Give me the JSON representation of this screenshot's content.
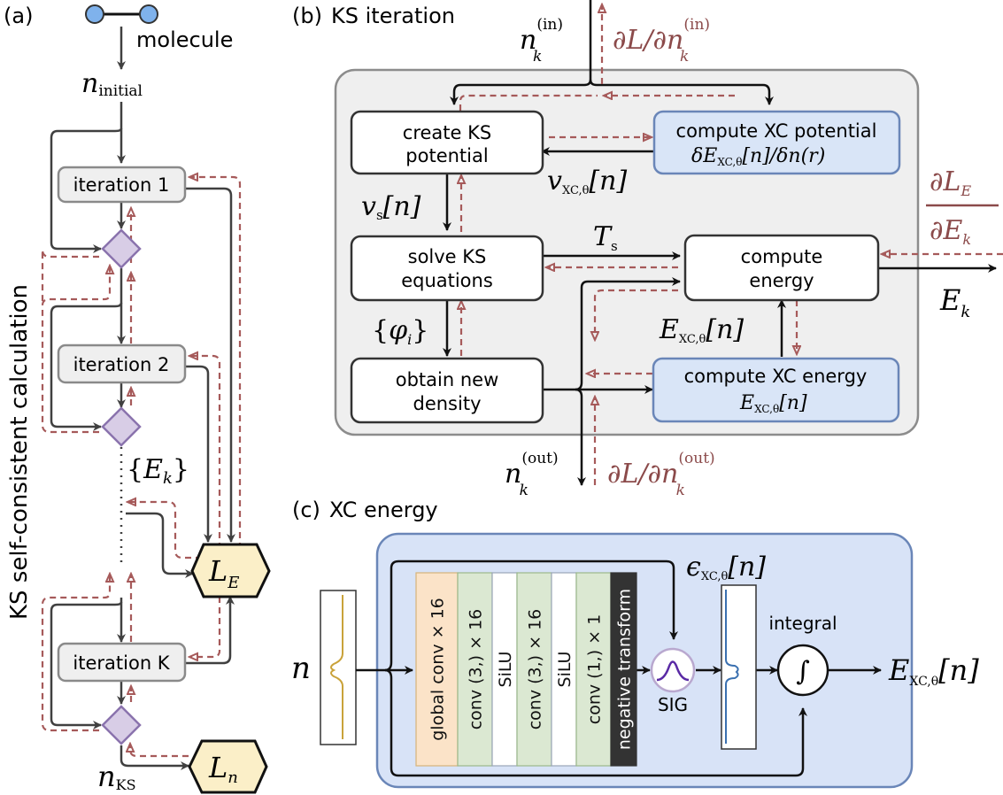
{
  "colors": {
    "forward": "#111111",
    "forward_grey": "#404040",
    "backward": "#a65a5a",
    "backward_text": "#8b4a4a",
    "iteration_fill": "#efefef",
    "iteration_stroke": "#8a8a8a",
    "diamond_fill": "#d8cde6",
    "diamond_stroke": "#8a73ad",
    "loss_fill": "#fbefc8",
    "panel_b_fill": "#efefef",
    "panel_b_stroke": "#8c8c8c",
    "xc_box_fill": "#d9e5f7",
    "xc_box_stroke": "#6a86b8",
    "panel_c_fill": "#d8e3f7",
    "global_conv_fill": "#fbe3c8",
    "conv_fill": "#dbe8d2",
    "neg_fill": "#333333",
    "atom_fill": "#7fb2ec"
  },
  "panel_a": {
    "label": "(a)",
    "vertical_title": "KS self-consistent calculation",
    "molecule_label": "molecule",
    "n_initial": {
      "base": "n",
      "sub": "initial"
    },
    "iterations": [
      "iteration 1",
      "iteration 2",
      "iteration K"
    ],
    "energies_label": {
      "open": "{",
      "base": "E",
      "sub": "k",
      "close": "}"
    },
    "loss_energy": {
      "base": "L",
      "sub": "E"
    },
    "loss_density": {
      "base": "L",
      "sub": "n"
    },
    "n_ks": {
      "base": "n",
      "sub": "KS"
    }
  },
  "panel_b": {
    "label": "(b)",
    "title": "KS iteration",
    "n_in": {
      "base": "n",
      "sub": "k",
      "sup": "(in)"
    },
    "grad_in": {
      "text": "∂L/∂n",
      "sub": "k",
      "sup": "(in)"
    },
    "boxes": {
      "create_ks": [
        "create KS",
        "potential"
      ],
      "compute_xc_potential": [
        "compute XC potential",
        "δE",
        "XC,θ",
        "[n]/δn(r)"
      ],
      "solve_ks": [
        "solve KS",
        "equations"
      ],
      "compute_energy": [
        "compute",
        "energy"
      ],
      "obtain_density": [
        "obtain new",
        "density"
      ],
      "compute_xc_energy": [
        "compute XC energy",
        "E",
        "XC,θ",
        "[n]"
      ]
    },
    "v_xc": {
      "base": "v",
      "sub": "XC,θ",
      "arg": "[n]"
    },
    "v_s": {
      "base": "v",
      "sub": "s",
      "arg": "[n]"
    },
    "t_s": {
      "base": "T",
      "sub": "s"
    },
    "phi": {
      "open": "{",
      "base": "φ",
      "sub": "i",
      "close": "}"
    },
    "e_xc": {
      "base": "E",
      "sub": "XC,θ",
      "arg": "[n]"
    },
    "grad_energy": {
      "num": "∂L",
      "num_sub": "E",
      "den": "∂E",
      "den_sub": "k"
    },
    "e_k": {
      "base": "E",
      "sub": "k"
    },
    "n_out": {
      "base": "n",
      "sub": "k",
      "sup": "(out)"
    },
    "grad_out": {
      "text": "∂L/∂n",
      "sub": "k",
      "sup": "(out)"
    }
  },
  "panel_c": {
    "label": "(c)",
    "title": "XC energy",
    "input_label": "n",
    "layers": [
      {
        "name": "global conv × 16",
        "kind": "global"
      },
      {
        "name": "conv (3,) × 16",
        "kind": "conv"
      },
      {
        "name": "SiLU",
        "kind": "act"
      },
      {
        "name": "conv (3,) × 16",
        "kind": "conv"
      },
      {
        "name": "SiLU",
        "kind": "act"
      },
      {
        "name": "conv (1,) × 1",
        "kind": "conv"
      },
      {
        "name": "negative transform",
        "kind": "neg"
      }
    ],
    "sig_label": "SIG",
    "eps_label": {
      "base": "ϵ",
      "sub": "XC,θ",
      "arg": "[n]"
    },
    "integral_label": "integral",
    "integral_symbol": "∫",
    "output_label": {
      "base": "E",
      "sub": "XC,θ",
      "arg": "[n]"
    }
  }
}
